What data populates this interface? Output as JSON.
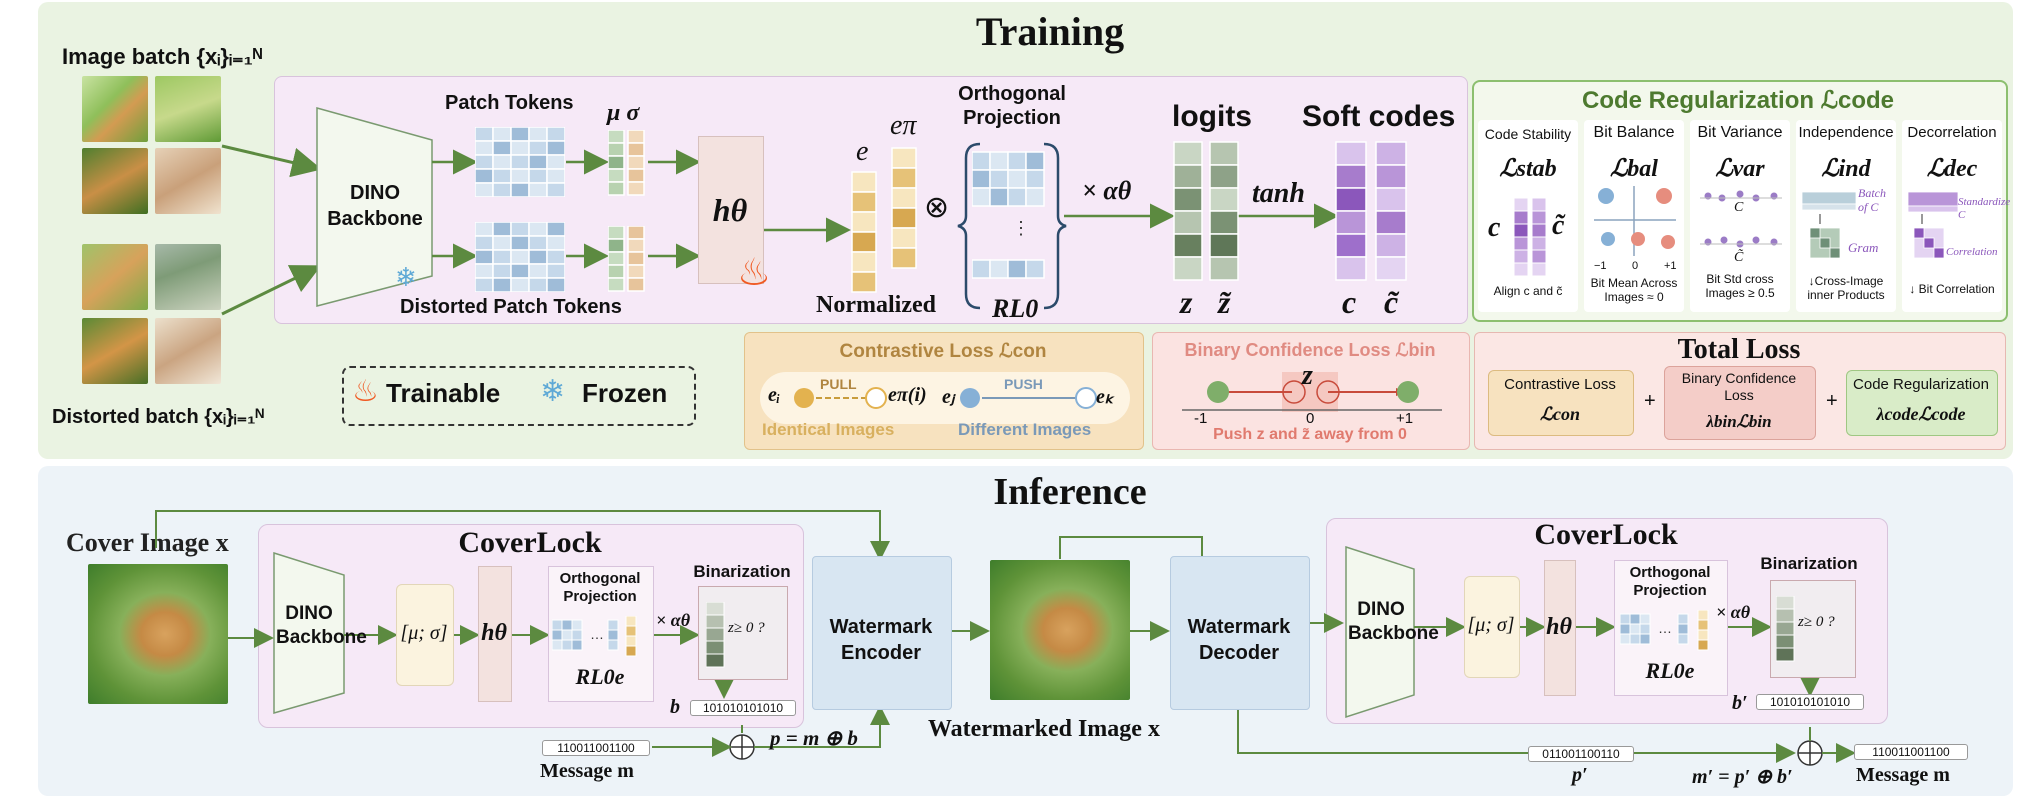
{
  "training": {
    "title": "Training",
    "image_batch_label": "Image batch {xᵢ}ᵢ₌₁ᴺ",
    "distorted_batch_label": "Distorted batch {xᵢ}ᵢ₌₁ᴺ",
    "dino_backbone": "DINO Backbone",
    "patch_tokens": "Patch Tokens",
    "distorted_patch_tokens": "Distorted Patch Tokens",
    "mu_sigma": "μ σ",
    "h_theta": "hθ",
    "e_label": "e",
    "e_pi_label": "eπ",
    "normalized": "Normalized",
    "orthogonal_projection": "Orthogonal Projection",
    "r_l0": "RL0",
    "otimes": "⊗",
    "times_alpha": "× αθ",
    "logits": "logits",
    "z": "z",
    "z_tilde": "z̃",
    "tanh": "tanh",
    "soft_codes": "Soft codes",
    "c": "c",
    "c_tilde": "c̃",
    "vdots": "⋮",
    "legend_trainable": "Trainable",
    "legend_frozen": "Frozen"
  },
  "code_regularization": {
    "title": "Code Regularization ℒcode",
    "columns": [
      {
        "name": "Code Stability",
        "loss": "ℒstab",
        "caption": "Align c and c̃"
      },
      {
        "name": "Bit Balance",
        "loss": "ℒbal",
        "caption": "Bit Mean Across Images ≈ 0"
      },
      {
        "name": "Bit Variance",
        "loss": "ℒvar",
        "caption": "Bit Std cross Images ≥ 0.5"
      },
      {
        "name": "Independence",
        "loss": "ℒind",
        "caption": "↓Cross-Image inner Products"
      },
      {
        "name": "Decorrelation",
        "loss": "ℒdec",
        "caption": "↓ Bit Correlation"
      }
    ],
    "ticks": [
      "−1",
      "0",
      "+1"
    ],
    "batch_of_c": "Batch of C",
    "gram": "Gram",
    "standardize_c": "Standardize C",
    "correlation": "Correlation",
    "c_small": "C",
    "c_tilde_small": "C̃"
  },
  "contrastive": {
    "title": "Contrastive Loss ℒcon",
    "ei": "eᵢ",
    "pull": "PULL",
    "e_pi_i": "eπ(i)",
    "ej": "eⱼ",
    "push": "PUSH",
    "ek": "eₖ",
    "identical": "Identical  Images",
    "different": "Different  Images"
  },
  "binary_confidence": {
    "title": "Binary Confidence Loss ℒbin",
    "z": "z",
    "ticks": [
      "-1",
      "0",
      "+1"
    ],
    "caption": "Push z and z̃ away from 0"
  },
  "total_loss": {
    "title": "Total Loss",
    "terms": [
      {
        "name": "Contrastive Loss",
        "expr": "ℒcon"
      },
      {
        "name": "Binary Confidence Loss",
        "expr": "λbinℒbin"
      },
      {
        "name": "Code Regularization",
        "expr": "λcodeℒcode"
      }
    ],
    "plus": "+"
  },
  "inference": {
    "title": "Inference",
    "cover_image": "Cover Image x",
    "coverlock": "CoverLock",
    "dino_backbone": "DINO Backbone",
    "mu_sigma": "[μ; σ]",
    "h_theta": "hθ",
    "orthogonal_projection": "Orthogonal Projection",
    "rl0e": "RL0e",
    "dots": "…",
    "times_alpha": "× αθ",
    "binarization": "Binarization",
    "threshold": "z≥ 0 ?",
    "b_label": "b",
    "b_bits": "101010101010",
    "message_bits": "110011001100",
    "message_label": "Message m",
    "p_eq": "p = m ⊕ b",
    "watermark_encoder": "Watermark Encoder",
    "watermarked_image": "Watermarked Image x",
    "watermark_decoder": "Watermark Decoder",
    "b_prime_label": "b′",
    "b_prime_bits": "101010101010",
    "p_prime_bits": "011001100110",
    "p_prime_label": "p′",
    "m_prime_eq": "m′  =  p′ ⊕ b′",
    "message_out_bits": "110011001100",
    "message_out_label": "Message m"
  },
  "colors": {
    "training_bg": "#eaf3e2",
    "inference_bg": "#edf3f8",
    "pink_panel": "#f6e9f7",
    "arrow_green": "#5c8a40",
    "code_reg_border": "#8cbf6f",
    "contrastive_bg": "#f7e2bf",
    "binary_bg": "#fbe3e1",
    "total_bg": "#fbe7e4"
  }
}
